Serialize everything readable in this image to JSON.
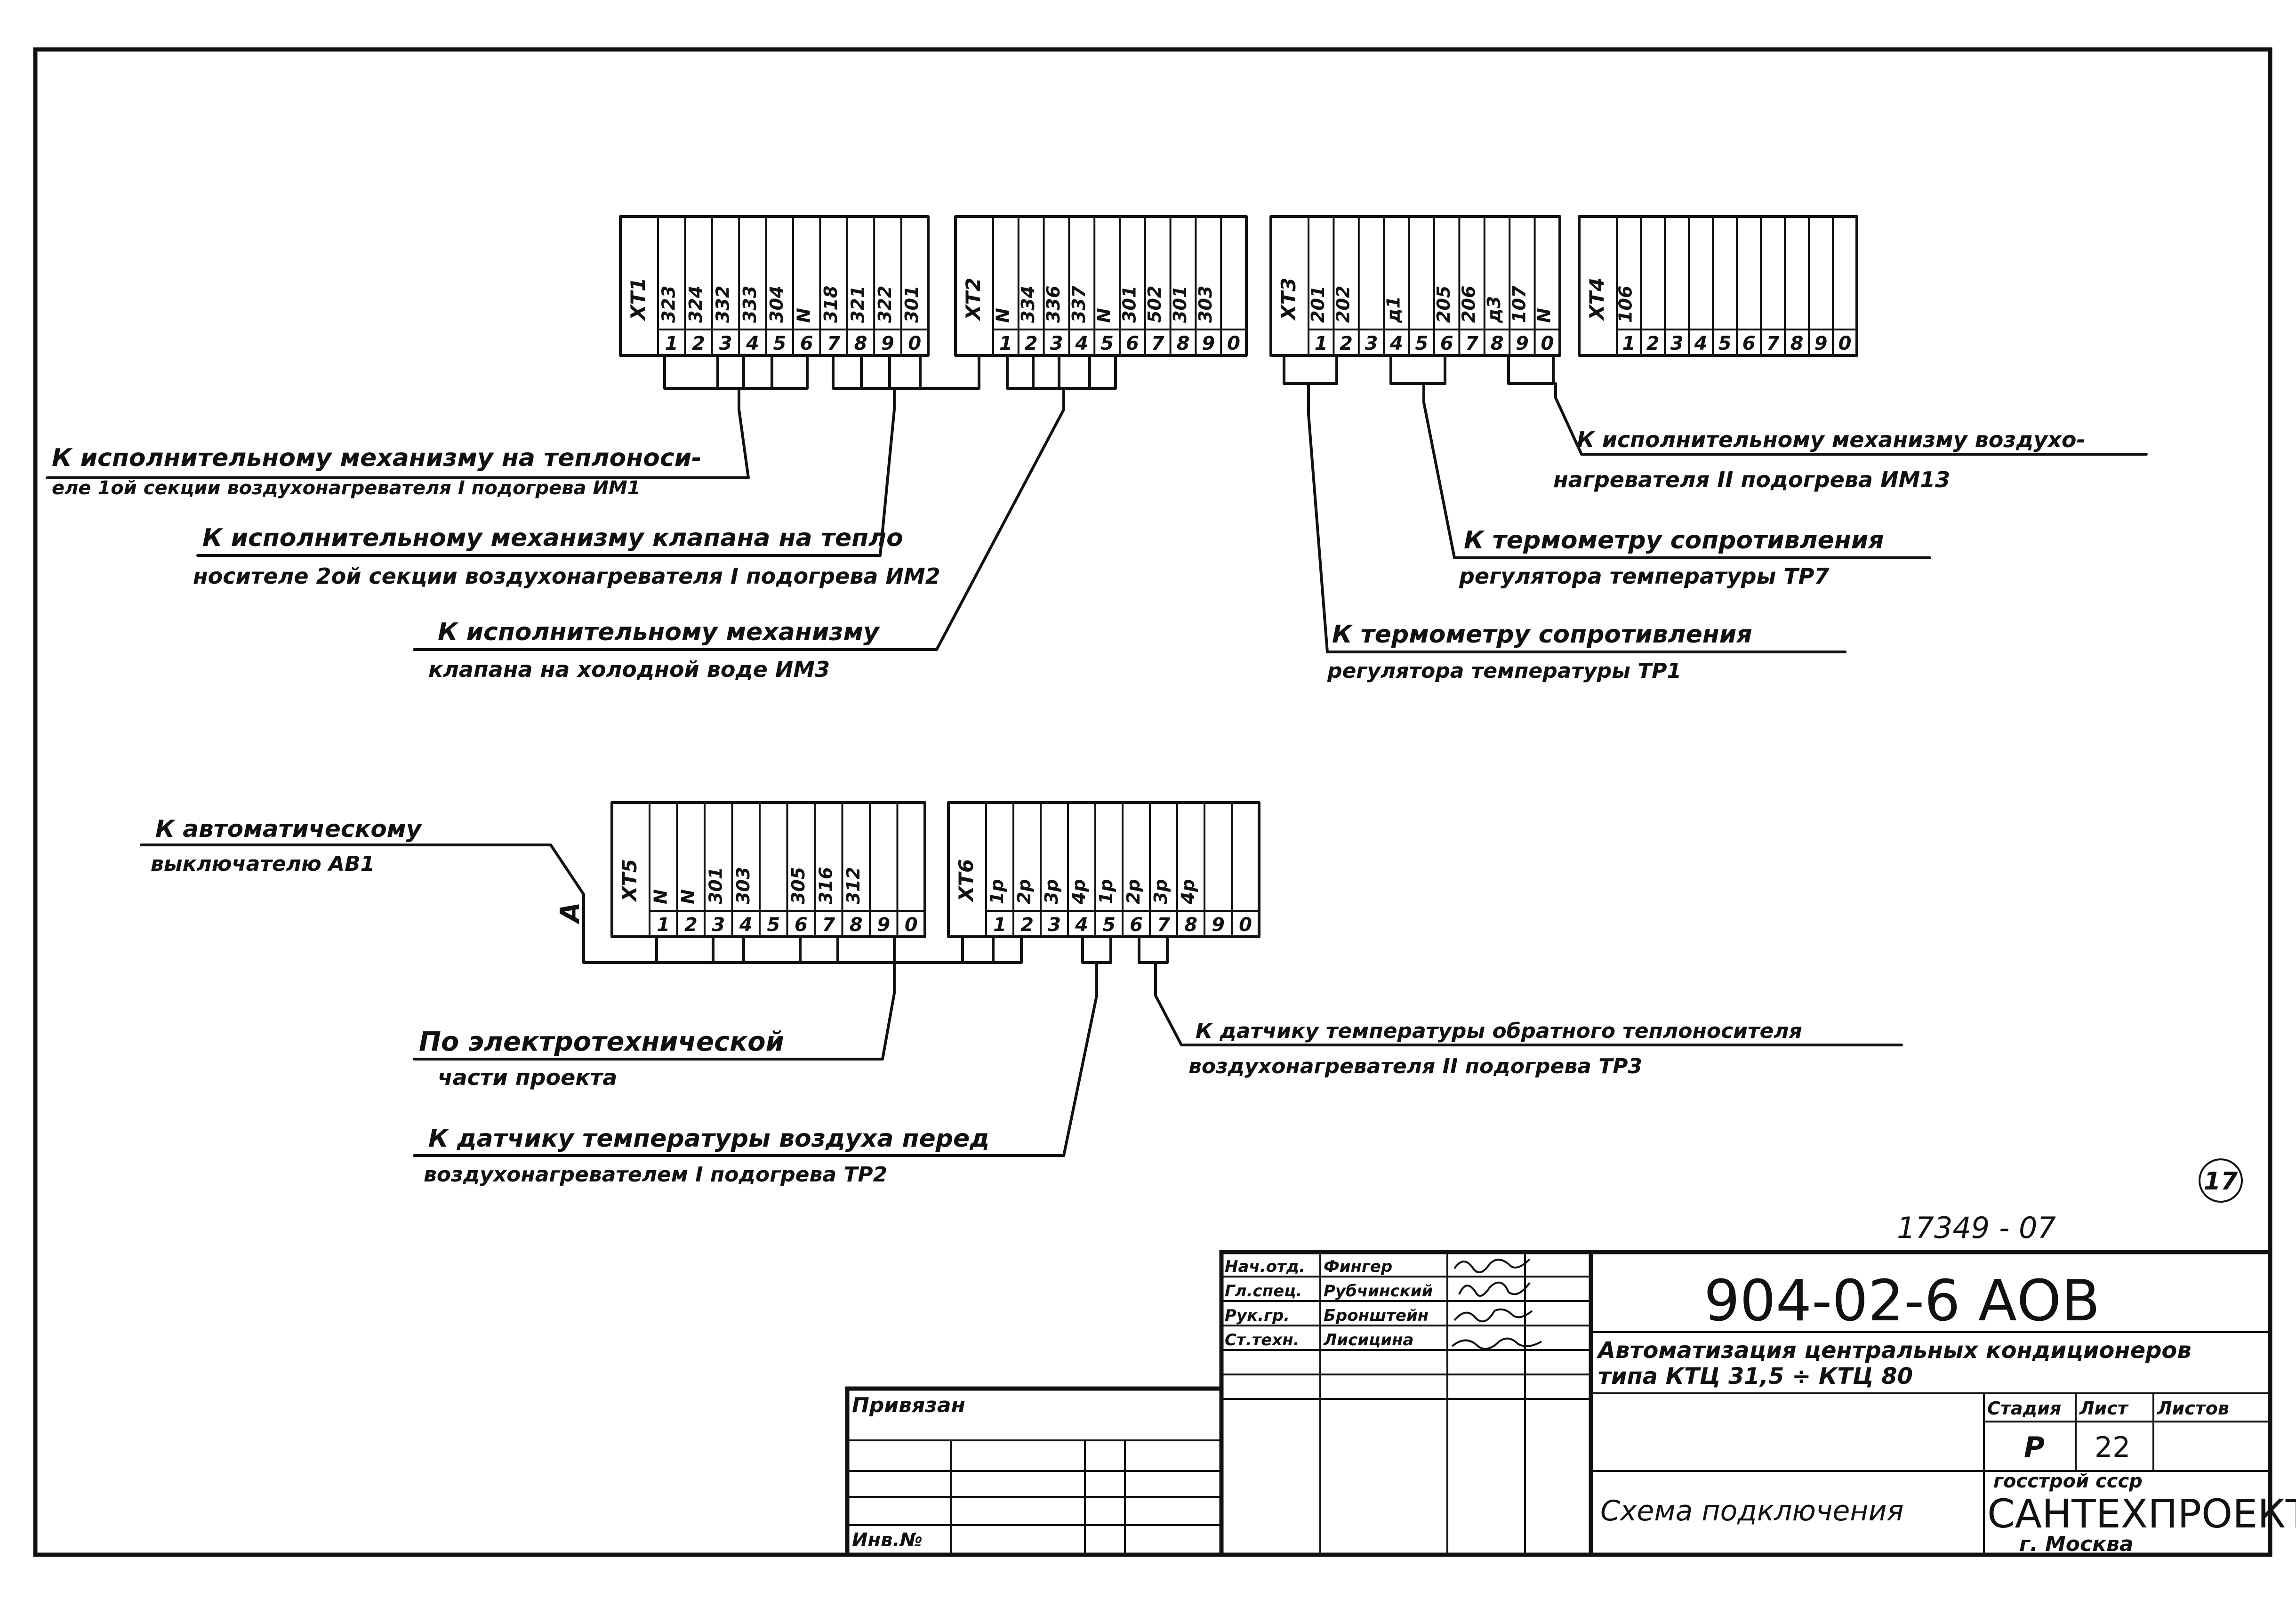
{
  "terminal_blocks_top": {
    "XT1": {
      "name": "XT1",
      "wires": [
        "323",
        "324",
        "332",
        "333",
        "304",
        "N",
        "318",
        "321",
        "322",
        "301"
      ]
    },
    "XT2": {
      "name": "XT2",
      "wires": [
        "N",
        "334",
        "336",
        "337",
        "N",
        "301",
        "502",
        "301",
        "303"
      ]
    },
    "XT3": {
      "name": "XT3",
      "wires": [
        "201",
        "202",
        "",
        "д1",
        "",
        "205",
        "206",
        "д3",
        "107",
        "N"
      ]
    },
    "XT4": {
      "name": "XT4",
      "wires": [
        "106",
        "",
        "",
        "",
        "",
        "",
        "",
        "",
        "",
        ""
      ]
    }
  },
  "terminal_blocks_bottom": {
    "XT5": {
      "name": "XT5",
      "wires": [
        "N",
        "N",
        "301",
        "303",
        "",
        "305",
        "316",
        "312",
        "",
        ""
      ]
    },
    "XT6": {
      "name": "XT6",
      "wires": [
        "1р",
        "2р",
        "3р",
        "4р",
        "1р",
        "2р",
        "3р",
        "4р",
        "",
        ""
      ]
    }
  },
  "terminal_numbers": [
    "1",
    "2",
    "3",
    "4",
    "5",
    "6",
    "7",
    "8",
    "9",
    "0"
  ],
  "callouts": {
    "c1": {
      "line1": "К исполнительному механизму на теплоноси-",
      "line2": "еле 1ой секции воздухонагревателя I подогрева ИМ1"
    },
    "c2": {
      "line1": "К исполнительному механизму клапана на тепло",
      "line2": "носителе 2ой секции воздухонагревателя I подогрева ИМ2"
    },
    "c3": {
      "line1": "К исполнительному   механизму",
      "line2": "клапана на холодной воде ИМ3"
    },
    "c4": {
      "line1": "К исполнительному механизму воздухо-",
      "line2": "нагревателя II подогрева ИМ13"
    },
    "c5": {
      "line1": "К термометру сопротивления",
      "line2": "регулятора температуры ТР7"
    },
    "c6": {
      "line1": "К термометру сопротивления",
      "line2": "регулятора  температуры ТР1"
    },
    "c7": {
      "line1": "К автоматическому",
      "line2": "выключателю АВ1"
    },
    "c8": {
      "line1": "По электротехнической",
      "line2": "части  проекта"
    },
    "c9": {
      "line1": "К датчику температуры обратного теплоносителя",
      "line2": "воздухонагревателя II подогрева ТР3"
    },
    "c10": {
      "line1": "К датчику температуры воздуха перед",
      "line2": "воздухонагревателем I подогрева ТР2"
    }
  },
  "marker_a": "А",
  "sheet_number_circle": "17",
  "archive_number": "17349 - 07",
  "title_block": {
    "doc_code": "904-02-6  АОВ",
    "project_title_1": "Автоматизация центральных кондиционеров",
    "project_title_2": "типа КТЦ 31,5 ÷ КТЦ 80",
    "sheet_title": "Схема подключения",
    "stage_label": "Стадия",
    "sheet_label": "Лист",
    "sheets_label": "Листов",
    "stage_value": "Р",
    "sheet_value": "22",
    "sheets_value": "",
    "org_top": "госстрой  ссср",
    "org_name": "САНТЕХПРОЕКТ",
    "org_city": "г. Москва",
    "attached_label": "Привязан",
    "inv_label": "Инв.№",
    "staff": [
      {
        "role": "Нач.отд.",
        "name": "Фингер"
      },
      {
        "role": "Гл.спец.",
        "name": "Рубчинский"
      },
      {
        "role": "Рук.гр.",
        "name": "Бронштейн"
      },
      {
        "role": "Ст.техн.",
        "name": "Лисицина"
      }
    ]
  }
}
